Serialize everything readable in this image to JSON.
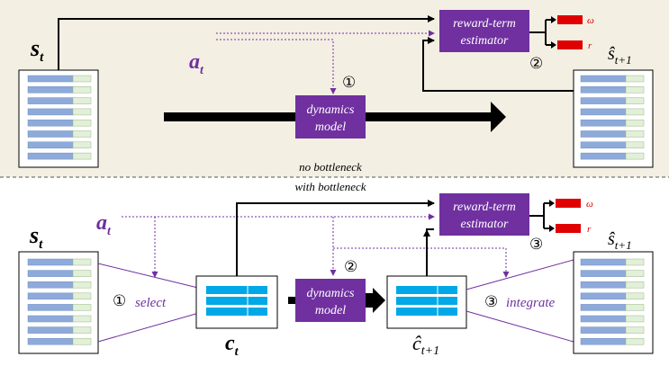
{
  "colors": {
    "top_panel_bg": "#f3efe3",
    "purple": "#7030a0",
    "purple_text": "#7030a0",
    "blue_bar": "#00a8e8",
    "state_bar": "#8eaadb",
    "state_bar_light": "#e2efd9",
    "red": "#e00000"
  },
  "top": {
    "state_label": "s",
    "state_sub": "t",
    "action_label": "a",
    "action_sub": "t",
    "next_state_label": "ŝ",
    "next_state_sub": "t+1",
    "dynamics_line1": "dynamics",
    "dynamics_line2": "model",
    "estimator_line1": "reward-term",
    "estimator_line2": "estimator",
    "step1": "①",
    "step2": "②",
    "omega": "ω",
    "r": "r"
  },
  "divider": {
    "top_caption": "no bottleneck",
    "bottom_caption": "with bottleneck"
  },
  "bottom": {
    "state_label": "s",
    "state_sub": "t",
    "action_label": "a",
    "action_sub": "t",
    "next_state_label": "ŝ",
    "next_state_sub": "t+1",
    "c_label": "c",
    "c_sub": "t",
    "c_next_label": "ĉ",
    "c_next_sub": "t+1",
    "dynamics_line1": "dynamics",
    "dynamics_line2": "model",
    "estimator_line1": "reward-term",
    "estimator_line2": "estimator",
    "step1": "①",
    "select": "select",
    "step2": "②",
    "step3a": "③",
    "step3b": "③",
    "integrate": "integrate",
    "omega": "ω",
    "r": "r"
  }
}
